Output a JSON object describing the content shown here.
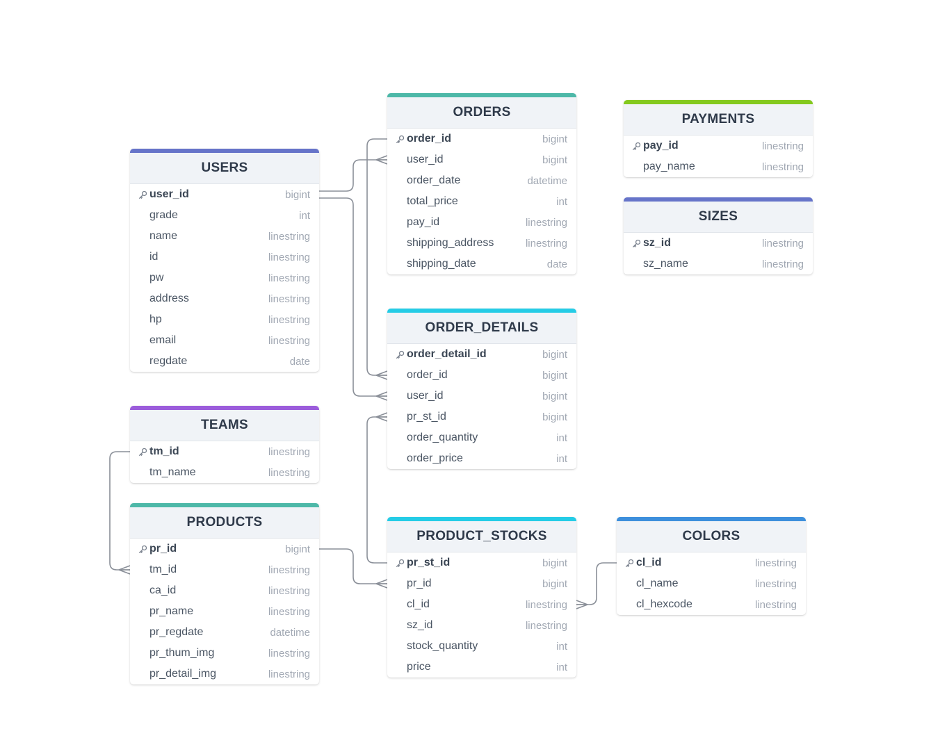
{
  "tables": [
    {
      "id": "users",
      "title": "USERS",
      "accent": "#6674c9",
      "columns": [
        {
          "name": "user_id",
          "type": "bigint",
          "pk": true
        },
        {
          "name": "grade",
          "type": "int"
        },
        {
          "name": "name",
          "type": "linestring"
        },
        {
          "name": "id",
          "type": "linestring"
        },
        {
          "name": "pw",
          "type": "linestring"
        },
        {
          "name": "address",
          "type": "linestring"
        },
        {
          "name": "hp",
          "type": "linestring"
        },
        {
          "name": "email",
          "type": "linestring"
        },
        {
          "name": "regdate",
          "type": "date"
        }
      ]
    },
    {
      "id": "teams",
      "title": "TEAMS",
      "accent": "#9b5cdb",
      "columns": [
        {
          "name": "tm_id",
          "type": "linestring",
          "pk": true
        },
        {
          "name": "tm_name",
          "type": "linestring"
        }
      ]
    },
    {
      "id": "products",
      "title": "PRODUCTS",
      "accent": "#4db8a8",
      "columns": [
        {
          "name": "pr_id",
          "type": "bigint",
          "pk": true
        },
        {
          "name": "tm_id",
          "type": "linestring"
        },
        {
          "name": "ca_id",
          "type": "linestring"
        },
        {
          "name": "pr_name",
          "type": "linestring"
        },
        {
          "name": "pr_regdate",
          "type": "datetime"
        },
        {
          "name": "pr_thum_img",
          "type": "linestring"
        },
        {
          "name": "pr_detail_img",
          "type": "linestring"
        }
      ]
    },
    {
      "id": "orders",
      "title": "ORDERS",
      "accent": "#4db8a8",
      "columns": [
        {
          "name": "order_id",
          "type": "bigint",
          "pk": true
        },
        {
          "name": "user_id",
          "type": "bigint"
        },
        {
          "name": "order_date",
          "type": "datetime"
        },
        {
          "name": "total_price",
          "type": "int"
        },
        {
          "name": "pay_id",
          "type": "linestring"
        },
        {
          "name": "shipping_address",
          "type": "linestring"
        },
        {
          "name": "shipping_date",
          "type": "date"
        }
      ]
    },
    {
      "id": "order_details",
      "title": "ORDER_DETAILS",
      "accent": "#25cce6",
      "columns": [
        {
          "name": "order_detail_id",
          "type": "bigint",
          "pk": true
        },
        {
          "name": "order_id",
          "type": "bigint"
        },
        {
          "name": "user_id",
          "type": "bigint"
        },
        {
          "name": "pr_st_id",
          "type": "bigint"
        },
        {
          "name": "order_quantity",
          "type": "int"
        },
        {
          "name": "order_price",
          "type": "int"
        }
      ]
    },
    {
      "id": "product_stocks",
      "title": "PRODUCT_STOCKS",
      "accent": "#25cce6",
      "columns": [
        {
          "name": "pr_st_id",
          "type": "bigint",
          "pk": true
        },
        {
          "name": "pr_id",
          "type": "bigint"
        },
        {
          "name": "cl_id",
          "type": "linestring"
        },
        {
          "name": "sz_id",
          "type": "linestring"
        },
        {
          "name": "stock_quantity",
          "type": "int"
        },
        {
          "name": "price",
          "type": "int"
        }
      ]
    },
    {
      "id": "payments",
      "title": "PAYMENTS",
      "accent": "#84c91e",
      "columns": [
        {
          "name": "pay_id",
          "type": "linestring",
          "pk": true
        },
        {
          "name": "pay_name",
          "type": "linestring"
        }
      ]
    },
    {
      "id": "sizes",
      "title": "SIZES",
      "accent": "#6674c9",
      "columns": [
        {
          "name": "sz_id",
          "type": "linestring",
          "pk": true
        },
        {
          "name": "sz_name",
          "type": "linestring"
        }
      ]
    },
    {
      "id": "colors",
      "title": "COLORS",
      "accent": "#3d8fdc",
      "columns": [
        {
          "name": "cl_id",
          "type": "linestring",
          "pk": true
        },
        {
          "name": "cl_name",
          "type": "linestring"
        },
        {
          "name": "cl_hexcode",
          "type": "linestring"
        }
      ]
    }
  ],
  "relationships": [
    {
      "from": "users.user_id",
      "to": "orders.user_id",
      "cardinality": "one-to-many"
    },
    {
      "from": "users.user_id",
      "to": "order_details.user_id",
      "cardinality": "one-to-many"
    },
    {
      "from": "orders.order_id",
      "to": "order_details.order_id",
      "cardinality": "one-to-many"
    },
    {
      "from": "product_stocks.pr_st_id",
      "to": "order_details.pr_st_id",
      "cardinality": "one-to-many"
    },
    {
      "from": "teams.tm_id",
      "to": "products.tm_id",
      "cardinality": "one-to-many"
    },
    {
      "from": "products.pr_id",
      "to": "product_stocks.pr_id",
      "cardinality": "one-to-many"
    },
    {
      "from": "colors.cl_id",
      "to": "product_stocks.cl_id",
      "cardinality": "one-to-many"
    }
  ],
  "colors": {
    "header_bg": "#f0f3f7",
    "title_text": "#2f3a4a",
    "column_text": "#4a5563",
    "type_text": "#a1a8b3",
    "connector": "#8a8f98"
  },
  "icons": {
    "primary_key": "key-icon"
  }
}
